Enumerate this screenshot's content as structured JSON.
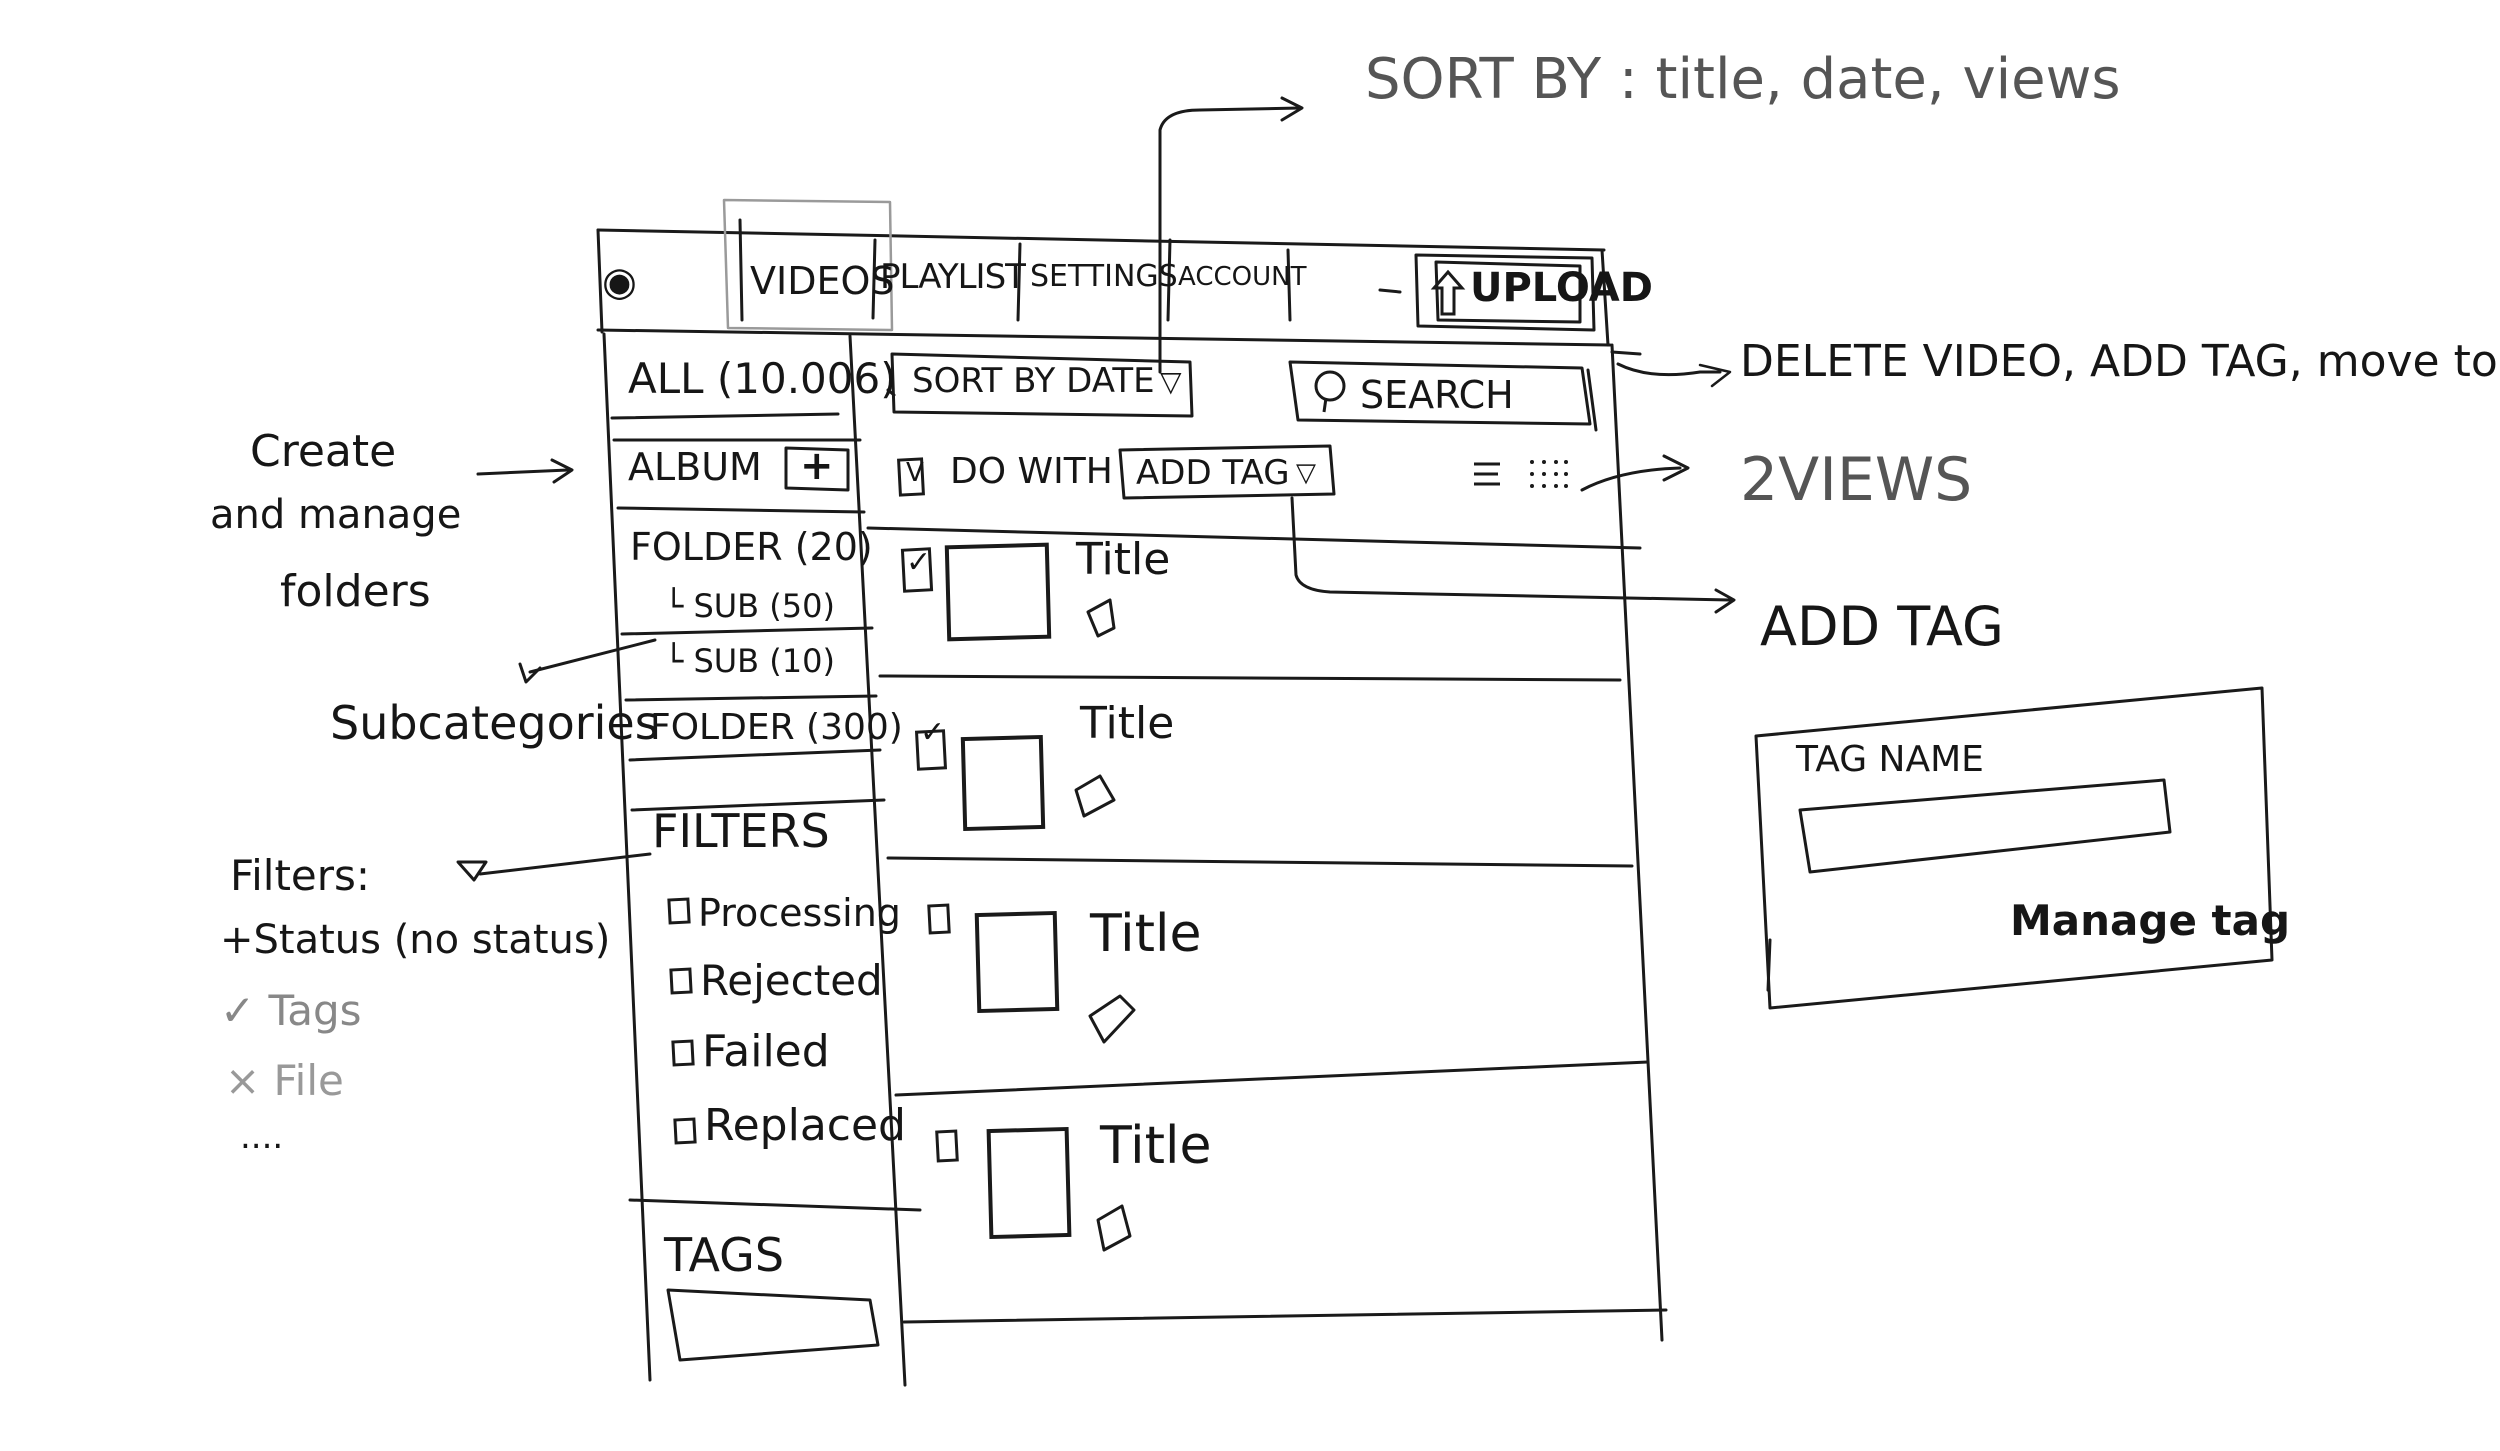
{
  "annotations": {
    "sort_by": "SORT BY : title, date, views",
    "bulk_actions": "DELETE VIDEO, ADD TAG, move to ...",
    "two_views": "2VIEWS",
    "add_tag_title": "ADD TAG",
    "folders_note": [
      "Create",
      "and manage",
      "folders"
    ],
    "subcategories": "Subcategories",
    "filters_note": [
      "Filters:",
      "+Status (no status)",
      "✓ Tags",
      "× File",
      "...."
    ]
  },
  "nav": {
    "logo": "◉",
    "tabs": [
      "VIDEOS",
      "PLAYLIST",
      "SETTINGS",
      "ACCOUNT"
    ],
    "upload_label": "UPLOAD",
    "upload_icon": "up-arrow-icon"
  },
  "sidebar": {
    "all": "ALL (10.006)",
    "album": "ALBUM",
    "album_add": "+",
    "folders": [
      {
        "label": "FOLDER (20)"
      },
      {
        "label": "SUB (50)"
      },
      {
        "label": "SUB (10)"
      },
      {
        "label": "FOLDER (300)"
      }
    ],
    "filters_title": "FILTERS",
    "filters": [
      "Processing",
      "Rejected",
      "Failed",
      "Replaced"
    ],
    "tags_title": "TAGS"
  },
  "toolbar": {
    "sort": "SORT BY DATE",
    "sort_arrow": "▽",
    "search": "SEARCH",
    "select_all": "V",
    "do_with": "DO WITH",
    "action": "ADD TAG",
    "action_arrow": "▽"
  },
  "videos": [
    {
      "title": "Title",
      "checked": true
    },
    {
      "title": "Title",
      "checked": true
    },
    {
      "title": "Title",
      "checked": false
    },
    {
      "title": "Title",
      "checked": false
    }
  ],
  "tag_dialog": {
    "label": "TAG NAME",
    "manage": "Manage tag"
  }
}
